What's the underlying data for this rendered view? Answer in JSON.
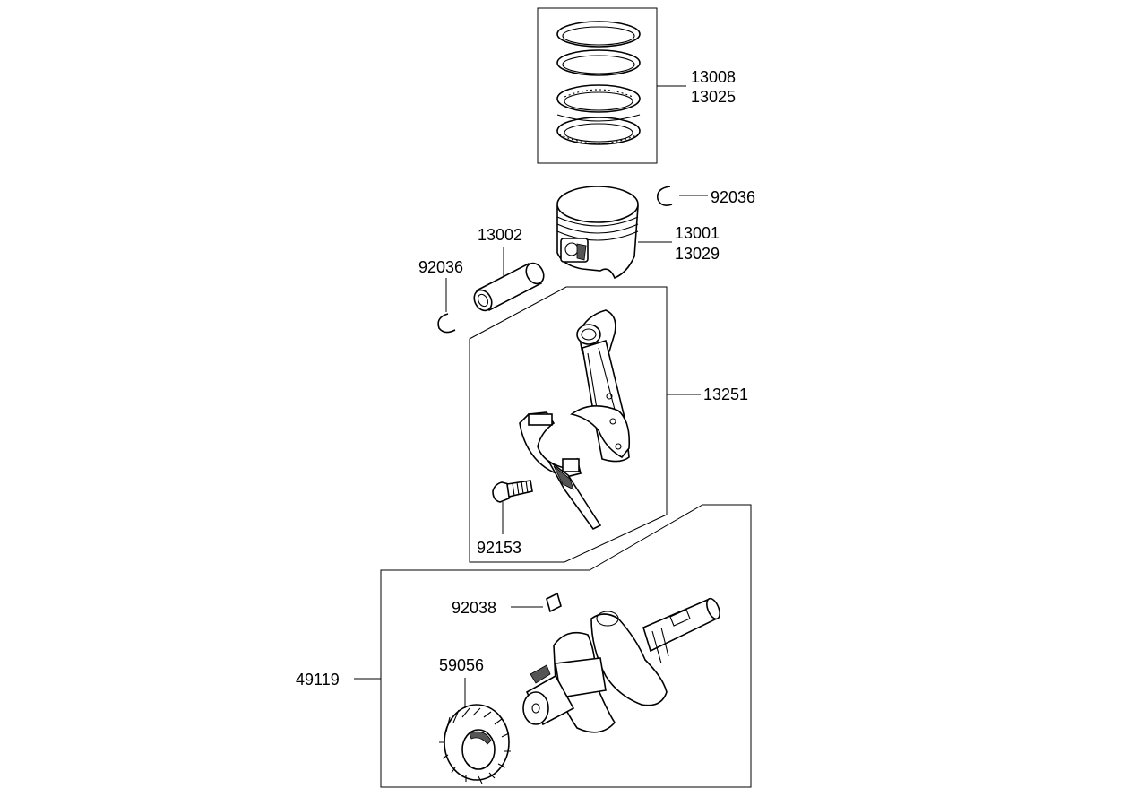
{
  "labels": {
    "piston_rings_a": "13008",
    "piston_rings_b": "13025",
    "circlip_right": "92036",
    "piston_a": "13001",
    "piston_b": "13029",
    "piston_pin": "13002",
    "circlip_left": "92036",
    "connecting_rod": "13251",
    "rod_bolt": "92153",
    "key": "92038",
    "crankshaft": "49119",
    "gear": "59056"
  }
}
